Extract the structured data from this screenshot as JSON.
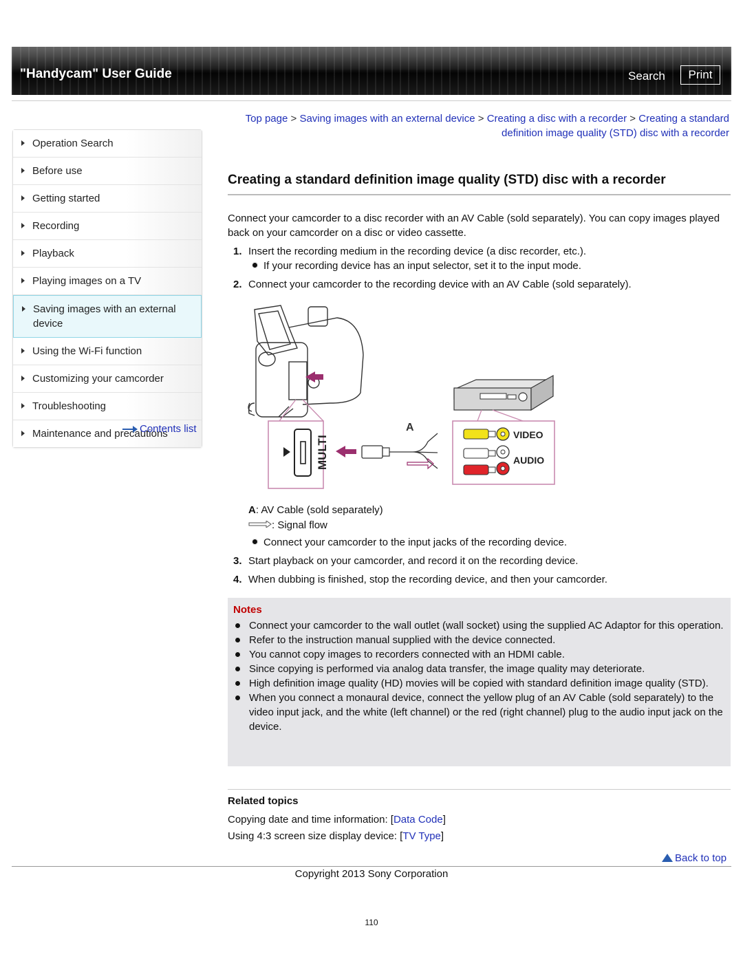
{
  "header": {
    "title": "\"Handycam\" User Guide",
    "search": "Search",
    "print": "Print"
  },
  "sidebar": {
    "items": [
      {
        "label": "Operation Search"
      },
      {
        "label": "Before use"
      },
      {
        "label": "Getting started"
      },
      {
        "label": "Recording"
      },
      {
        "label": "Playback"
      },
      {
        "label": "Playing images on a TV"
      },
      {
        "label": "Saving images with an external device",
        "active": true
      },
      {
        "label": "Using the Wi-Fi function"
      },
      {
        "label": "Customizing your camcorder"
      },
      {
        "label": "Troubleshooting"
      },
      {
        "label": "Maintenance and precautions"
      }
    ],
    "contents_link": "Contents list"
  },
  "breadcrumb": {
    "items": [
      "Top page",
      "Saving images with an external device",
      "Creating a disc with a recorder",
      "Creating a standard definition image quality (STD) disc with a recorder"
    ],
    "separator": " > "
  },
  "page": {
    "title": "Creating a standard definition image quality (STD) disc with a recorder",
    "intro": "Connect your camcorder to a disc recorder with an AV Cable (sold separately). You can copy images played back on your camcorder on a disc or video cassette.",
    "steps": [
      {
        "num": "1.",
        "text": "Insert the recording medium in the recording device (a disc recorder, etc.)."
      },
      {
        "num": "2.",
        "text": "Connect your camcorder to the recording device with an AV Cable (sold separately)."
      },
      {
        "num": "3.",
        "text": "Start playback on your camcorder, and record it on the recording device."
      },
      {
        "num": "4.",
        "text": "When dubbing is finished, stop the recording device, and then your camcorder."
      }
    ],
    "step1_bullet": "If your recording device has an input selector, set it to the input mode.",
    "legend_a_key": "A",
    "legend_a_text": ": AV Cable (sold separately)",
    "legend_signal": ": Signal flow",
    "step2_bullet": "Connect your camcorder to the input jacks of the recording device."
  },
  "diagram": {
    "label_a": "A",
    "port_label": "MULTI",
    "video_label": "VIDEO",
    "audio_label": "AUDIO",
    "plug_colors": {
      "video": "#f2e21a",
      "left": "#ffffff",
      "right": "#e0242a"
    },
    "accent_color": "#9b2f6e"
  },
  "notes": {
    "heading": "Notes",
    "items": [
      "Connect your camcorder to the wall outlet (wall socket) using the supplied AC Adaptor for this operation.",
      "Refer to the instruction manual supplied with the device connected.",
      "You cannot copy images to recorders connected with an HDMI cable.",
      "Since copying is performed via analog data transfer, the image quality may deteriorate.",
      "High definition image quality (HD) movies will be copied with standard definition image quality (STD).",
      "When you connect a monaural device, connect the yellow plug of an AV Cable (sold separately) to the video input jack, and the white (left channel) or the red (right channel) plug to the audio input jack on the device."
    ]
  },
  "related": {
    "heading": "Related topics",
    "items": [
      {
        "prefix": "Copying date and time information: [",
        "link": "Data Code",
        "suffix": "]"
      },
      {
        "prefix": "Using 4:3 screen size display device: [",
        "link": "TV Type",
        "suffix": "]"
      }
    ]
  },
  "footer": {
    "back_to_top": "Back to top",
    "copyright": "Copyright 2013 Sony Corporation",
    "page_number": "110"
  }
}
